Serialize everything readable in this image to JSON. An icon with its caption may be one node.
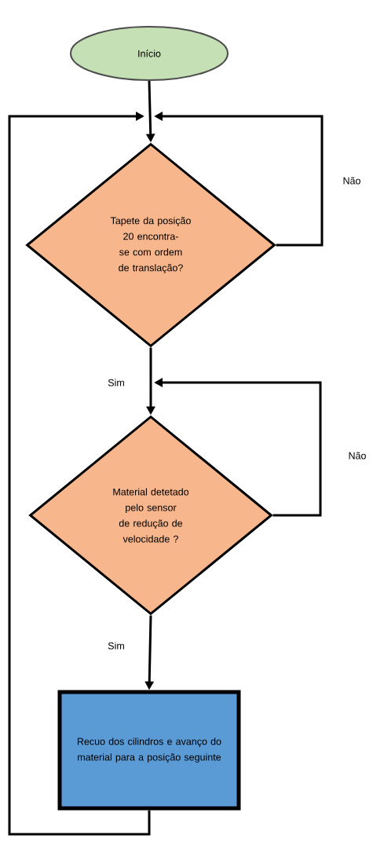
{
  "diagram": {
    "nodes": [
      {
        "text": [
          "Início"
        ]
      },
      {
        "text": [
          "Tapete da posição 20 encontra-se com ordem de translação?"
        ]
      },
      {
        "text": [
          "Material detetado pelo sensor de redução de velocidade ?"
        ]
      },
      {
        "text": [
          "Recuo dos cilindros e avanço do material para a posição seguinte"
        ]
      }
    ],
    "edges": [
      {
        "from": 0,
        "to": 1,
        "arrow": "to"
      },
      {
        "from": 1,
        "to": 1,
        "arrow": "to",
        "label": "Não"
      },
      {
        "from": 1,
        "to": 2,
        "arrow": "to",
        "label": "Sim"
      },
      {
        "from": 2,
        "to": 2,
        "arrow": "to",
        "label": "Não"
      },
      {
        "from": 2,
        "to": 3,
        "arrow": "to",
        "label": "Sim"
      },
      {
        "from": 3,
        "to": 1,
        "arrow": "to"
      }
    ]
  }
}
